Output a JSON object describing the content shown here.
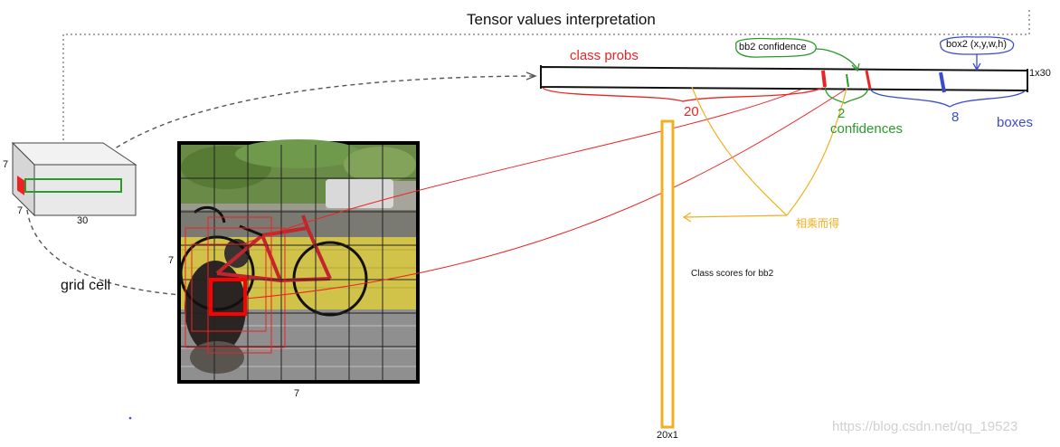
{
  "title": "Tensor values interpretation",
  "tensor": {
    "size_label": "1x30",
    "class_probs_label": "class probs",
    "bb2_conf_label": "bb2 confidence",
    "box2_label": "box2 (x,y,w,h)",
    "count_20": "20",
    "count_2": "2",
    "count_8": "8",
    "confidences_label": "confidences",
    "boxes_label": "boxes"
  },
  "volume": {
    "dim_h": "7",
    "dim_d": "7",
    "dim_w": "30"
  },
  "grid": {
    "side_label": "7",
    "bottom_label": "7",
    "grid_cell_label": "grid cell"
  },
  "scores": {
    "multiply_note": "相乘而得",
    "class_scores_label": "Class scores for bb2",
    "column_size": "20x1"
  },
  "watermark": "https://blog.csdn.net/qq_19523",
  "colors": {
    "red": "#ee2222",
    "green": "#2a9a2a",
    "blue": "#3b4bd0",
    "orange": "#f0b020",
    "gray": "#555555"
  }
}
